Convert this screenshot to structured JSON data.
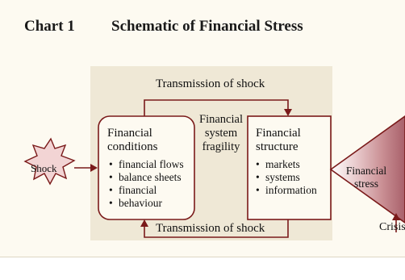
{
  "chart": {
    "number": "Chart 1",
    "title": "Schematic of Financial Stress"
  },
  "diagram": {
    "shock": "Shock",
    "transmission_top": "Transmission of shock",
    "transmission_bottom": "Transmission of shock",
    "conditions": {
      "title_line1": "Financial",
      "title_line2": "conditions",
      "items": [
        "financial flows",
        "balance sheets",
        "financial",
        "behaviour"
      ]
    },
    "fragility": {
      "line1": "Financial",
      "line2": "system",
      "line3": "fragility"
    },
    "structure": {
      "title_line1": "Financial",
      "title_line2": "structure",
      "items": [
        "markets",
        "systems",
        "information"
      ]
    },
    "stress": {
      "line1": "Financial",
      "line2": "stress"
    },
    "crisis": "Crisis"
  },
  "colors": {
    "panel": "#fdfaf1",
    "backdrop": "#efe8d6",
    "accent": "#7a1a1a",
    "shock_fill": "#f2d4d4"
  }
}
